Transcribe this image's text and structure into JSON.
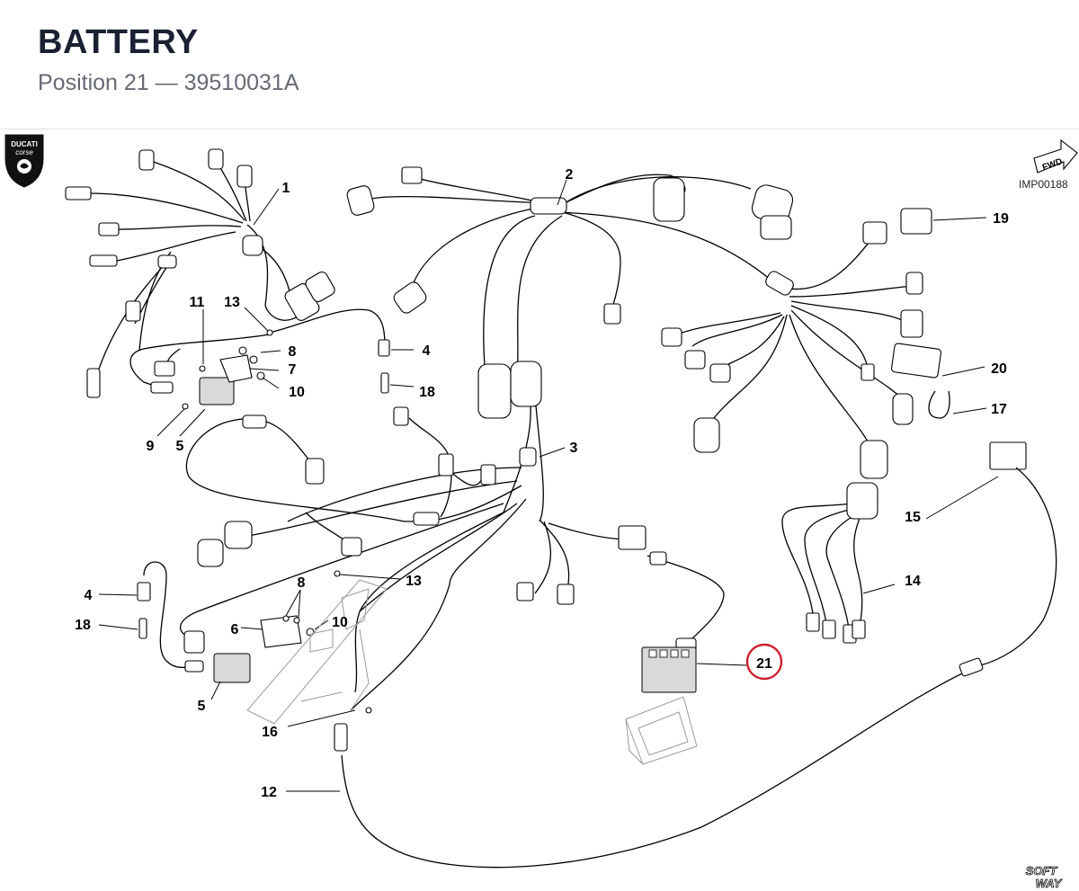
{
  "header": {
    "title": "BATTERY",
    "subtitle": "Position 21 — 39510031A"
  },
  "diagram": {
    "code": "IMP00188",
    "fwd_label": "FWD",
    "logo_text_top": "DUCATI",
    "logo_text_bottom": "corse",
    "watermark_top": "SOFT",
    "watermark_bottom": "WAY",
    "highlight_color": "#cc1f2f",
    "callouts": [
      {
        "id": "c1",
        "text": "1"
      },
      {
        "id": "c2",
        "text": "2"
      },
      {
        "id": "c3",
        "text": "3"
      },
      {
        "id": "c4a",
        "text": "4"
      },
      {
        "id": "c4b",
        "text": "4"
      },
      {
        "id": "c5a",
        "text": "5"
      },
      {
        "id": "c5b",
        "text": "5"
      },
      {
        "id": "c6",
        "text": "6"
      },
      {
        "id": "c7",
        "text": "7"
      },
      {
        "id": "c8a",
        "text": "8"
      },
      {
        "id": "c8b",
        "text": "8"
      },
      {
        "id": "c9",
        "text": "9"
      },
      {
        "id": "c10a",
        "text": "10"
      },
      {
        "id": "c10b",
        "text": "10"
      },
      {
        "id": "c11",
        "text": "11"
      },
      {
        "id": "c12",
        "text": "12"
      },
      {
        "id": "c13a",
        "text": "13"
      },
      {
        "id": "c13b",
        "text": "13"
      },
      {
        "id": "c14",
        "text": "14"
      },
      {
        "id": "c15",
        "text": "15"
      },
      {
        "id": "c16",
        "text": "16"
      },
      {
        "id": "c17",
        "text": "17"
      },
      {
        "id": "c18a",
        "text": "18"
      },
      {
        "id": "c18b",
        "text": "18"
      },
      {
        "id": "c19",
        "text": "19"
      },
      {
        "id": "c20",
        "text": "20"
      },
      {
        "id": "c21",
        "text": "21"
      }
    ]
  }
}
